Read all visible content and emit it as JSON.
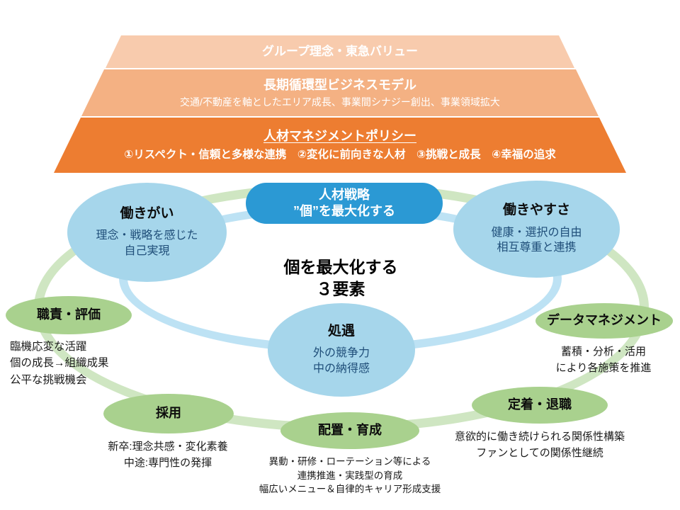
{
  "pyramid": {
    "layers": [
      {
        "title": "グループ理念・東急バリュー",
        "subtitle": ""
      },
      {
        "title": "長期循環型ビジネスモデル",
        "subtitle": "交通/不動産を軸としたエリア成長、事業間シナジー創出、事業領域拡大"
      },
      {
        "title": "人材マネジメントポリシー",
        "subtitle": "①リスペクト・信頼と多様な連携　②変化に前向きな人材　③挑戦と成長　④幸福の追求"
      }
    ]
  },
  "strategy_box": {
    "line1": "人材戦略",
    "line2": "”個”を最大化する"
  },
  "core_label": "個を最大化する\n３要素",
  "inner_nodes": [
    {
      "title": "働きがい",
      "desc": "理念・戦略を感じた\n自己実現"
    },
    {
      "title": "働きやすさ",
      "desc": "健康・選択の自由\n相互尊重と連携"
    },
    {
      "title": "処遇",
      "desc": "外の競争力\n中の納得感"
    }
  ],
  "outer_nodes": [
    {
      "title": "職責・評価",
      "desc": "臨機応変な活躍\n個の成長→組織成果\n公平な挑戦機会"
    },
    {
      "title": "データマネジメント",
      "desc": "蓄積・分析・活用\nにより各施策を推進"
    },
    {
      "title": "採用",
      "desc": "新卒:理念共感・変化素養\n中途:専門性の発揮"
    },
    {
      "title": "配置・育成",
      "desc": "異動・研修・ローテーション等による\n連携推進・実践型の育成\n幅広いメニュー＆自律的キャリア形成支援"
    },
    {
      "title": "定着・退職",
      "desc": "意欲的に働き続けられる関係性構築\nファンとしての関係性継続"
    }
  ],
  "colors": {
    "layer1_bg": "#F8CBAD",
    "layer2_bg": "#F4B183",
    "layer3_bg": "#ED7D31",
    "strategy_bg": "#2B99D4",
    "inner_node_bg": "#A6D6EB",
    "outer_node_bg": "#A9D18E",
    "inner_ring": "#BDE2F4",
    "outer_ring": "#CFE6C2",
    "desc_dark_blue": "#1F4E79"
  }
}
